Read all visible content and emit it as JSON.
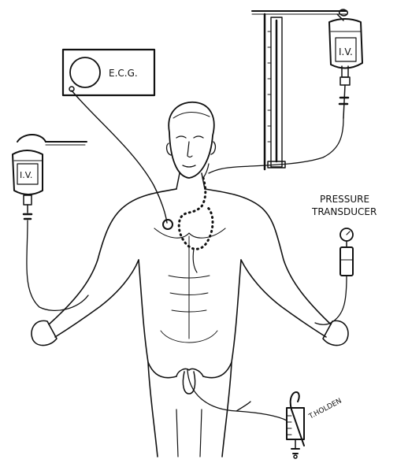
{
  "labels": {
    "ecg": "E.C.G.",
    "iv_left": "I.V.",
    "iv_right": "I.V.",
    "pressure_line1": "PRESSURE",
    "pressure_line2": "TRANSDUCER",
    "signature": "T.HOLDEN"
  }
}
